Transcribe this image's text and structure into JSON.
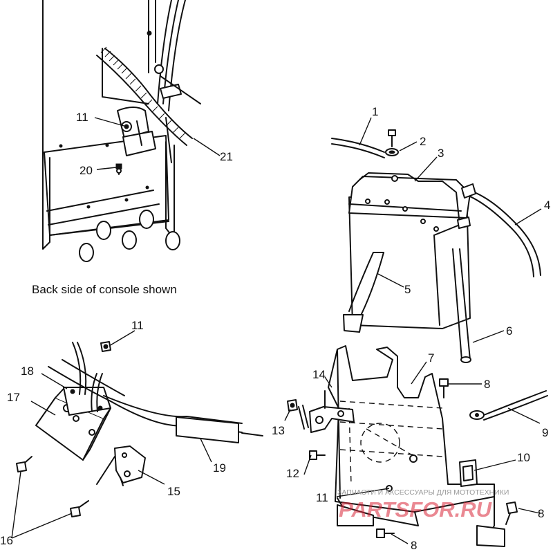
{
  "caption": "Back side of console shown",
  "callouts": [
    "1",
    "2",
    "3",
    "4",
    "5",
    "6",
    "7",
    "8",
    "9",
    "10",
    "11",
    "12",
    "13",
    "14",
    "15",
    "16",
    "17",
    "18",
    "19",
    "20",
    "21"
  ],
  "watermark": {
    "small_text": "ЗАПЧАСТИ И АКСЕССУАРЫ ДЛЯ МОТОТЕХНИКИ",
    "brand_text": "PARTSFOR.RU",
    "brand_color": "#d9273a",
    "small_color": "#9a9a9a"
  }
}
